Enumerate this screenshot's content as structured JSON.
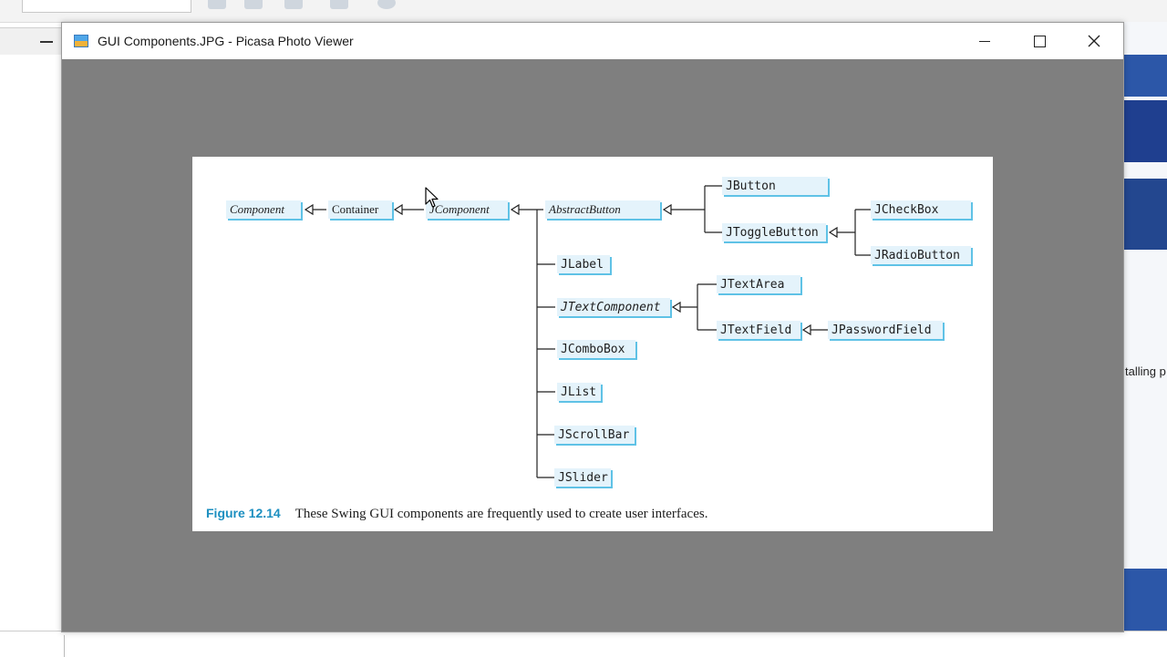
{
  "window": {
    "title": "GUI Components.JPG - Picasa Photo Viewer",
    "buttons": {
      "minimize": "minimize-icon",
      "maximize": "maximize-icon",
      "close": "close-icon"
    }
  },
  "background_app": {
    "right_fragment_text": "talling p"
  },
  "photo": {
    "nodes": {
      "component": "Component",
      "container": "Container",
      "jcomponent": "JComponent",
      "abstractbutton": "AbstractButton",
      "jbutton": "JButton",
      "jtogglebutton": "JToggleButton",
      "jcheckbox": "JCheckBox",
      "jradiobutton": "JRadioButton",
      "jlabel": "JLabel",
      "jtextcomponent": "JTextComponent",
      "jtextarea": "JTextArea",
      "jtextfield": "JTextField",
      "jpasswordfield": "JPasswordField",
      "jcombobox": "JComboBox",
      "jlist": "JList",
      "jscrollbar": "JScrollBar",
      "jslider": "JSlider"
    },
    "caption_label": "Figure 12.14",
    "caption_text": "These Swing GUI components are frequently used to create user interfaces."
  },
  "colors": {
    "node_fill": "#e4f3fb",
    "node_shadow": "#5fc2e6",
    "caption_label": "#1c8fc0",
    "stage": "#7f7f7f"
  }
}
